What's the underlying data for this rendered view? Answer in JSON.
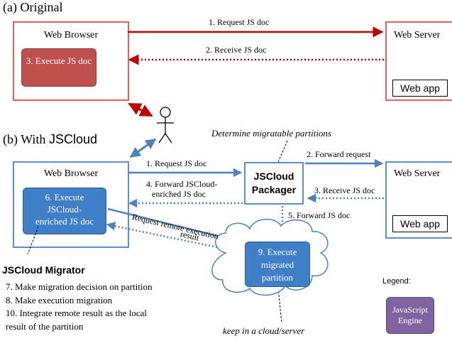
{
  "sections": {
    "a": "(a) Original",
    "b_prefix": "(b) With ",
    "b_name": "JSCloud"
  },
  "original": {
    "browser": "Web Browser",
    "server": "Web Server",
    "execute": "3. Execute JS doc",
    "webapp": "Web app",
    "request": "1. Request JS doc",
    "receive": "2. Receive JS doc"
  },
  "jscloud": {
    "browser": "Web Browser",
    "server": "Web Server",
    "webapp": "Web app",
    "execute_line1": "6. Execute",
    "execute_line2": "JSCloud-",
    "execute_line3": "enriched JS doc",
    "packager_line1": "JSCloud",
    "packager_line2": "Packager",
    "determine": "Determine migratable partitions",
    "request": "1. Request JS doc",
    "forward_request": "2. Forward request",
    "receive": "3. Receive JS doc",
    "forward_enriched_line1": "4. Forward JSCloud-",
    "forward_enriched_line2": "enriched JS doc",
    "forward_js": "5. Forward JS doc",
    "remote_exec": "Request remote execution",
    "result": "result",
    "cloud_line1": "9. Execute",
    "cloud_line2": "migrated",
    "cloud_line3": "partition",
    "keep": "keep in a cloud/server",
    "migrator": "JSCloud Migrator",
    "steps": [
      "7. Make migration decision on partition",
      "8. Make execution migration",
      "10. Integrate remote result as the local",
      "result of the partition"
    ]
  },
  "legend": {
    "title": "Legend:",
    "engine_line1": "JavaScript",
    "engine_line2": "Engine"
  },
  "colors": {
    "red": "#c0504d",
    "dark_red": "#c00000",
    "blue": "#3f7fc8",
    "arrow_blue": "#4f81bd",
    "purple": "#8064a2"
  },
  "icons": [
    "user-stick-figure-icon",
    "cloud-icon"
  ]
}
